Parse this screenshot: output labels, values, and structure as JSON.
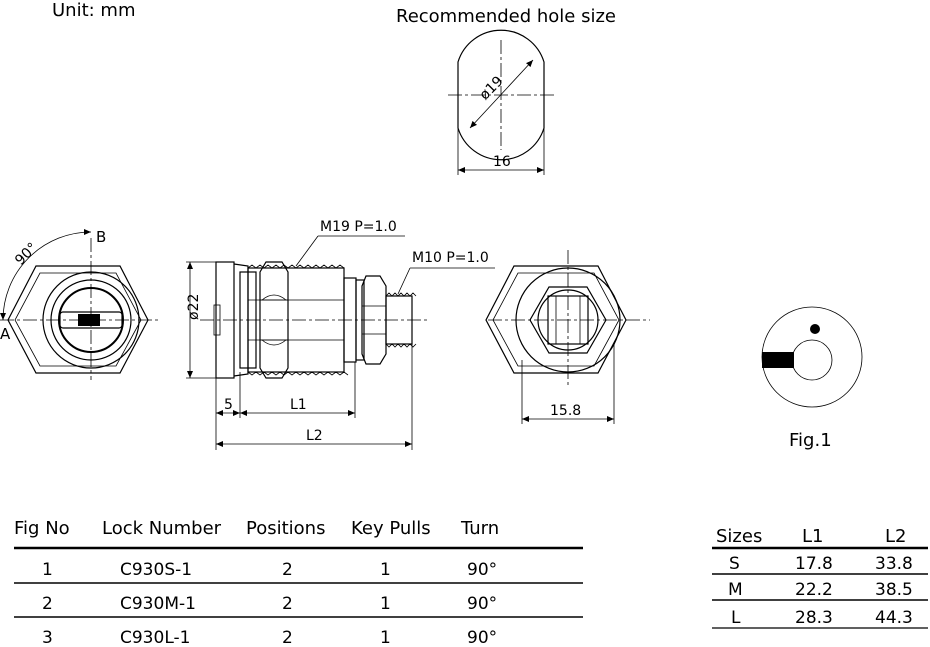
{
  "unit_label": "Unit:  mm",
  "hole": {
    "title": "Recommended hole size",
    "diameter": "ø19",
    "width": "16"
  },
  "front_view": {
    "angle": "90°",
    "label_a": "A",
    "label_b": "B"
  },
  "side_view": {
    "thread_big": "M19  P=1.0",
    "thread_small": "M10  P=1.0",
    "diameter": "ø22",
    "dim_5": "5",
    "dim_l1": "L1",
    "dim_l2": "L2"
  },
  "rear_view": {
    "width": "15.8"
  },
  "fig1": {
    "caption": "Fig.1"
  },
  "lock_table": {
    "headers": [
      "Fig No",
      "Lock Number",
      "Positions",
      "Key Pulls",
      "Turn"
    ],
    "rows": [
      [
        "1",
        "C930S-1",
        "2",
        "1",
        "90°"
      ],
      [
        "2",
        "C930M-1",
        "2",
        "1",
        "90°"
      ],
      [
        "3",
        "C930L-1",
        "2",
        "1",
        "90°"
      ]
    ]
  },
  "size_table": {
    "headers": [
      "Sizes",
      "L1",
      "L2"
    ],
    "rows": [
      [
        "S",
        "17.8",
        "33.8"
      ],
      [
        "M",
        "22.2",
        "38.5"
      ],
      [
        "L",
        "28.3",
        "44.3"
      ]
    ]
  }
}
